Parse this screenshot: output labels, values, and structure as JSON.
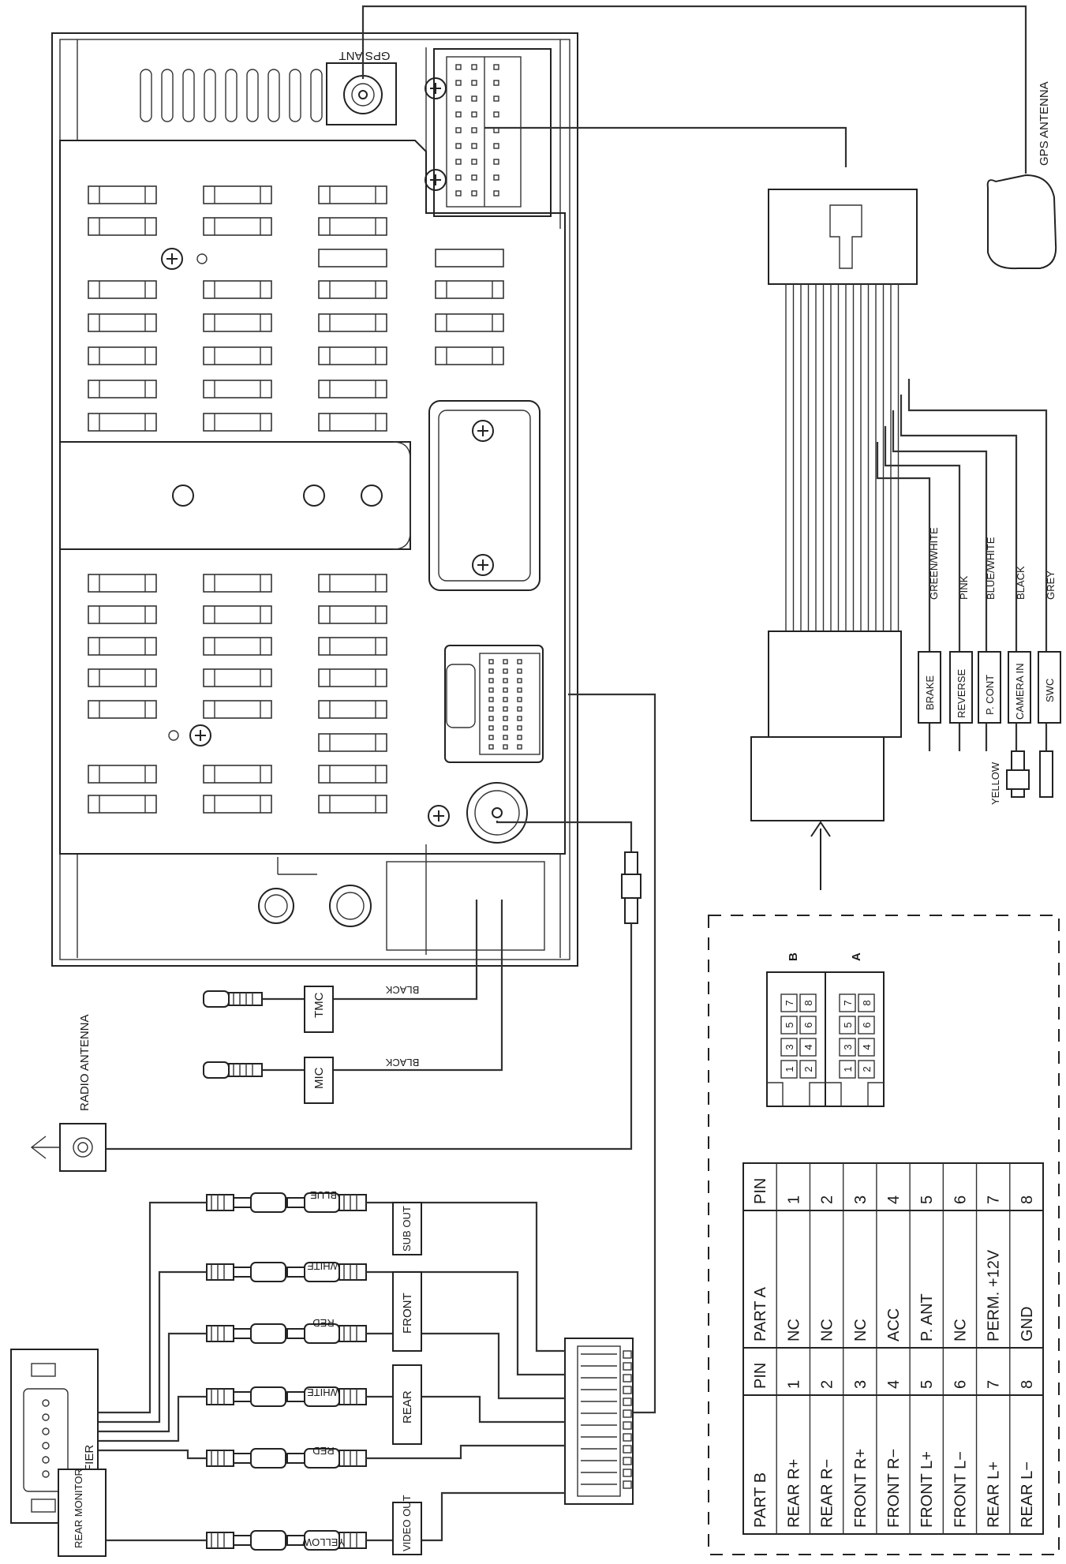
{
  "labels": {
    "gps_ant": "GPS ANT",
    "gps_antenna": "GPS ANTENNA",
    "radio_antenna": "RADIO ANTENNA",
    "amplifier": "AMPLIFIER",
    "rear_monitor": "REAR MONITOR",
    "tmc": "TMC",
    "mic": "MIC",
    "black": "BLACK",
    "sub_out": "SUB OUT",
    "front": "FRONT",
    "rear": "REAR",
    "video_out": "VIDEO OUT",
    "blue": "BLUE",
    "white": "WHITE",
    "red": "RED",
    "yellow": "YELLOW"
  },
  "harness": {
    "wires": [
      {
        "color": "GREEN/WHITE",
        "function": "BRAKE"
      },
      {
        "color": "PINK",
        "function": "REVERSE"
      },
      {
        "color": "BLUE/WHITE",
        "function": "P. CONT"
      },
      {
        "color": "BLACK",
        "function": "CAMERA IN"
      },
      {
        "color": "GREY",
        "function": "SWC"
      }
    ],
    "yellow": "YELLOW"
  },
  "iso": {
    "part_b_label": "B",
    "part_a_label": "A",
    "pins": [
      "1",
      "2",
      "3",
      "4",
      "5",
      "6",
      "7",
      "8"
    ]
  },
  "pin_table": {
    "headers": [
      "PIN",
      "PART A",
      "PIN",
      "PART B"
    ],
    "rows": [
      [
        "1",
        "NC",
        "1",
        "REAR R+"
      ],
      [
        "2",
        "NC",
        "2",
        "REAR R−"
      ],
      [
        "3",
        "NC",
        "3",
        "FRONT R+"
      ],
      [
        "4",
        "ACC",
        "4",
        "FRONT R−"
      ],
      [
        "5",
        "P. ANT",
        "5",
        "FRONT L+"
      ],
      [
        "6",
        "NC",
        "6",
        "FRONT L−"
      ],
      [
        "7",
        "PERM. +12V",
        "7",
        "REAR L+"
      ],
      [
        "8",
        "GND",
        "8",
        "REAR L−"
      ]
    ]
  }
}
